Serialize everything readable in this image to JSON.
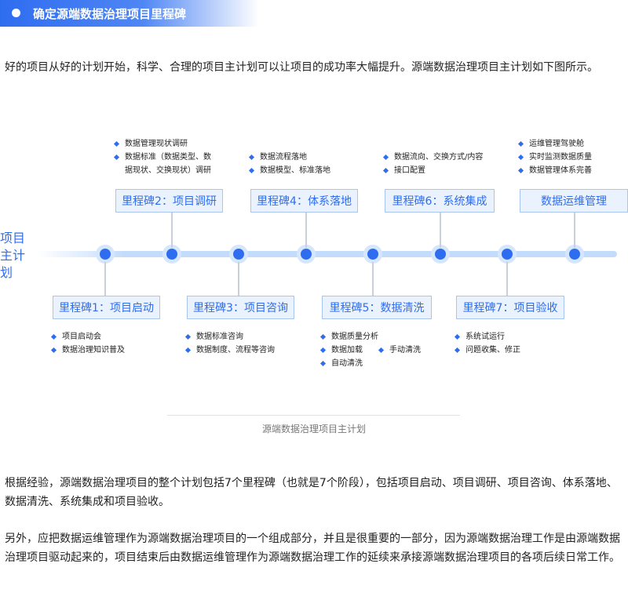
{
  "header": {
    "title": "确定源端数据治理项目里程碑"
  },
  "intro": "好的项目从好的计划开始，科学、合理的项目主计划可以让项目的成功率大幅提升。源端数据治理项目主计划如下图所示。",
  "diagram": {
    "axis_label_1": "项目",
    "axis_label_2": "主计划",
    "milestones": [
      {
        "label": "里程碑1：项目启动",
        "notes": [
          "项目启动会",
          "数据治理知识普及"
        ]
      },
      {
        "label": "里程碑2：项目调研",
        "notes": [
          "数据管理现状调研",
          "数据标准（数据类型、数",
          "据现状、交换现状）调研"
        ]
      },
      {
        "label": "里程碑3：项目咨询",
        "notes": [
          "数据标准咨询",
          "数据制度、流程等咨询"
        ]
      },
      {
        "label": "里程碑4：体系落地",
        "notes": [
          "数据流程落地",
          "数据模型、标准落地"
        ]
      },
      {
        "label": "里程碑5：数据清洗",
        "notes": [
          "数据质量分析",
          "数据加载",
          "手动清洗",
          "自动清洗"
        ]
      },
      {
        "label": "里程碑6：系统集成",
        "notes": [
          "数据流向、交换方式/内容",
          "接口配置"
        ]
      },
      {
        "label": "里程碑7：项目验收",
        "notes": [
          "系统试运行",
          "问题收集、修正"
        ]
      },
      {
        "label": "数据运维管理",
        "notes": [
          "运维管理驾驶舱",
          "实时监测数据质量",
          "数据管理体系完善"
        ]
      }
    ],
    "caption": "源端数据治理项目主计划"
  },
  "paragraphs": [
    "根据经验，源端数据治理项目的整个计划包括7个里程碑（也就是7个阶段），包括项目启动、项目调研、项目咨询、体系落地、数据清洗、系统集成和项目验收。",
    "另外，应把数据运维管理作为源端数据治理项目的一个组成部分，并且是很重要的一部分，因为源端数据治理工作是由源端数据治理项目驱动起来的，项目结束后由数据运维管理作为源端数据治理工作的延续来承接源端数据治理项目的各项后续日常工作。"
  ]
}
